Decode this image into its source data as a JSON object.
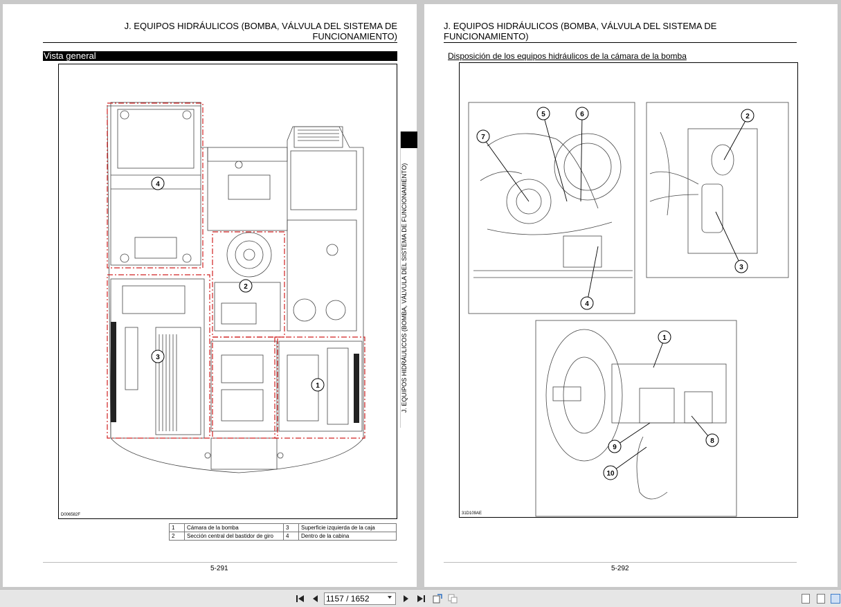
{
  "left_page": {
    "header": "J. EQUIPOS HIDRÁULICOS (BOMBA, VÁLVULA DEL SISTEMA DE FUNCIONAMIENTO)",
    "section_title": "Vista general",
    "figure_code": "D006582F",
    "callouts": [
      "4",
      "2",
      "3",
      "1"
    ],
    "legend": [
      {
        "num": "1",
        "label": "Cámara de la bomba",
        "num2": "3",
        "label2": "Superficie izquierda de la caja"
      },
      {
        "num": "2",
        "label": "Sección central del bastidor de giro",
        "num2": "4",
        "label2": "Dentro de la cabina"
      }
    ],
    "page_number": "5-291"
  },
  "right_page": {
    "header": "J. EQUIPOS HIDRÁULICOS (BOMBA, VÁLVULA DEL SISTEMA DE FUNCIONAMIENTO)",
    "section_title": "Disposición de los equipos hidráulicos de la cámara de la bomba",
    "figure_code": "31D109AE",
    "callouts": [
      "5",
      "6",
      "7",
      "4",
      "2",
      "3",
      "1",
      "9",
      "8",
      "10"
    ],
    "page_number": "5-292"
  },
  "side_tab": {
    "text": "J. EQUIPOS HIDRÁULICOS (BOMBA, VÁLVULA DEL SISTEMA DE FUNCIONAMIENTO)"
  },
  "toolbar": {
    "first_icon": "first-page-icon",
    "prev_icon": "previous-page-icon",
    "page_field": "1157 / 1652",
    "next_icon": "next-page-icon",
    "last_icon": "last-page-icon",
    "rotate_icon": "rotate-icon",
    "fit_icon": "fit-page-icon",
    "view_modes": [
      "single-page-view-icon",
      "continuous-view-icon",
      "two-page-view-icon"
    ]
  }
}
